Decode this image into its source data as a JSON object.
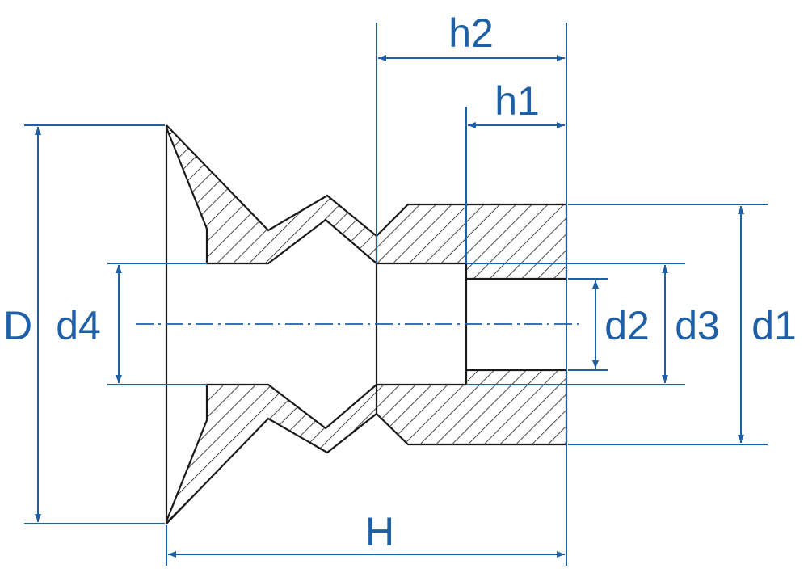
{
  "title": "",
  "colors": {
    "dimension": "#1f5fa6",
    "outline": "#1a1a1a",
    "background": "#ffffff"
  },
  "labels": {
    "h2": "h2",
    "h1": "h1",
    "D": "D",
    "d4": "d4",
    "d2": "d2",
    "d3": "d3",
    "d1": "d1",
    "H": "H"
  }
}
